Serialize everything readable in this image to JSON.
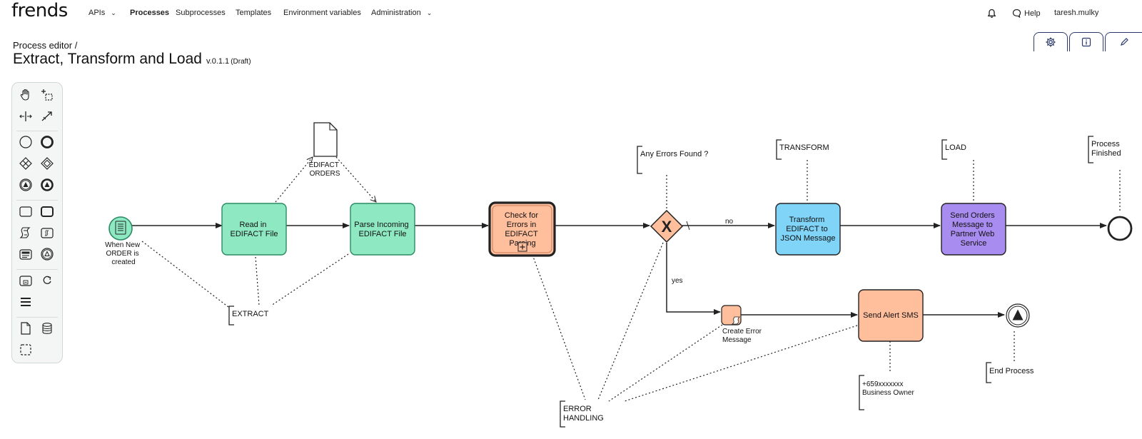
{
  "app": {
    "logo": "frends"
  },
  "nav": {
    "apis": "APIs",
    "processes": "Processes",
    "subprocesses": "Subprocesses",
    "templates": "Templates",
    "env_vars": "Environment variables",
    "administration": "Administration",
    "help": "Help",
    "user": "taresh.mulky"
  },
  "header": {
    "breadcrumb": "Process editor /",
    "title": "Extract, Transform and Load",
    "version": "v.0.1.1",
    "status": "(Draft)"
  },
  "toolbar_tabs": [
    "gear-icon",
    "info-icon",
    "edit-icon"
  ],
  "palette": [
    "hand-tool",
    "lasso-tool",
    "space-tool",
    "connect-tool",
    "start-event",
    "end-event",
    "exclusive-gateway",
    "gateway",
    "intermediate-event",
    "throw-event",
    "task",
    "subprocess",
    "script-task",
    "call-task",
    "user-task",
    "timer-task",
    "sub-task",
    "loop-task",
    "menu",
    "data-object",
    "data-store",
    "group"
  ],
  "diagram": {
    "start_event_label": [
      "When New",
      "ORDER is",
      "created"
    ],
    "task_read": [
      "Read in",
      "EDIFACT File"
    ],
    "task_parse": [
      "Parse Incoming",
      "EDIFACT File"
    ],
    "task_check": [
      "Check for",
      "Errors in",
      "EDIFACT",
      "Parsing"
    ],
    "task_transform": [
      "Transform",
      "EDIFACT to",
      "JSON Message"
    ],
    "task_send_orders": [
      "Send Orders",
      "Message to",
      "Partner Web",
      "Service"
    ],
    "task_send_alert": [
      "Send Alert SMS"
    ],
    "data_object_label": [
      "EDIFACT",
      "ORDERS"
    ],
    "annot_extract": "EXTRACT",
    "annot_errors_q": "Any Errors Found ?",
    "annot_transform": "TRANSFORM",
    "annot_load": "LOAD",
    "annot_finished": [
      "Process",
      "Finished"
    ],
    "annot_error_handling": [
      "ERROR",
      "HANDLING"
    ],
    "annot_phone": [
      "+659xxxxxxx",
      "Business Owner"
    ],
    "annot_end_process": "End Process",
    "create_error_label": [
      "Create Error",
      "Message"
    ],
    "flow_no": "no",
    "flow_yes": "yes",
    "gateway_mark": "X"
  },
  "colors": {
    "green_fill": "#8ee9c3",
    "green_stroke": "#2b8a63",
    "orange_fill": "#ffbe9c",
    "blue_fill": "#7fd4f7",
    "purple_fill": "#a98cf0",
    "nav_border": "#2a3a6a"
  }
}
